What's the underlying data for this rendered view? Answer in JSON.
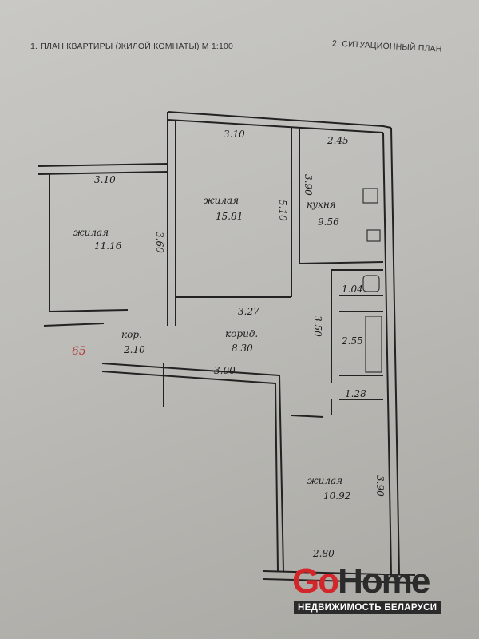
{
  "header": {
    "title_left": "1. ПЛАН КВАРТИРЫ (ЖИЛОЙ КОМНАТЫ) М 1:100",
    "title_right": "2. СИТУАЦИОННЫЙ ПЛАН"
  },
  "rooms": [
    {
      "name": "жилая",
      "area": "11.16"
    },
    {
      "name": "жилая",
      "area": "15.81"
    },
    {
      "name": "кухня",
      "area": "9.56"
    },
    {
      "name": "корид.",
      "area": "8.30"
    },
    {
      "name": "кор.",
      "area": "2.10"
    },
    {
      "name": "жилая",
      "area": "10.92"
    },
    {
      "name": "",
      "area": "1.04"
    },
    {
      "name": "",
      "area": "2.55"
    },
    {
      "name": "",
      "area": "1.28"
    }
  ],
  "dimensions": [
    "3.10",
    "3.10",
    "2.45",
    "3.90",
    "5.10",
    "3.60",
    "3.27",
    "3.50",
    "3.00",
    "3.90",
    "2.80"
  ],
  "annotation": "65",
  "watermark": {
    "brand_go": "Go",
    "brand_home": "Home",
    "tagline": "НЕДВИЖИМОСТЬ БЕЛАРУСИ"
  }
}
